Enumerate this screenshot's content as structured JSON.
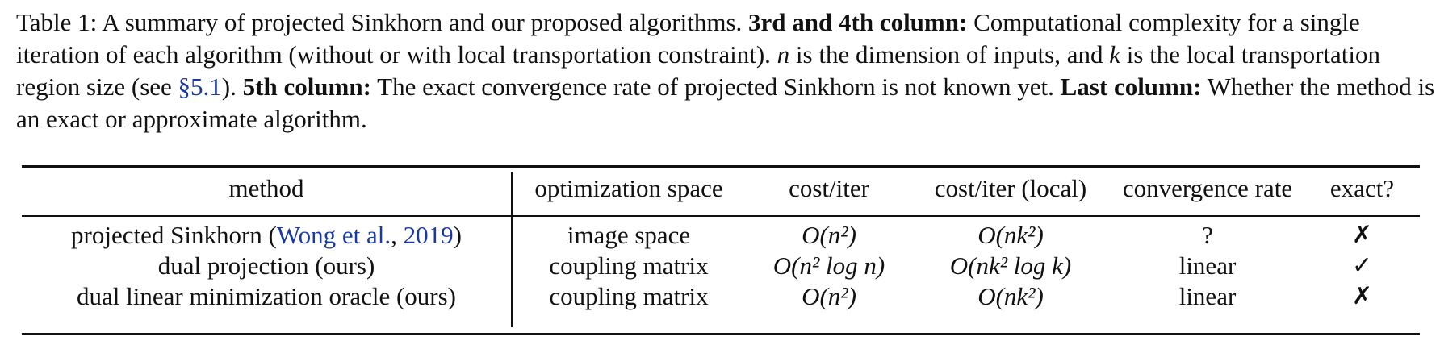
{
  "caption": {
    "label": "Table 1:",
    "p1": " A summary of projected Sinkhorn and our proposed algorithms. ",
    "b1": "3rd and 4th column:",
    "p2": " Computational complexity for a single iteration of each algorithm (without or with local transportation constraint). ",
    "v_n": "n",
    "p3": " is the dimension of inputs, and ",
    "v_k": "k",
    "p4": " is the local transportation region size (see ",
    "sect": "§5.1",
    "p5": "). ",
    "b2": "5th column:",
    "p6": " The exact convergence rate of projected Sinkhorn is not known yet. ",
    "b3": "Last column:",
    "p7": " Whether the method is an exact or approximate algorithm."
  },
  "table": {
    "headers": [
      "method",
      "optimization space",
      "cost/iter",
      "cost/iter (local)",
      "convergence rate",
      "exact?"
    ],
    "rows": [
      {
        "method": "projected Sinkhorn (",
        "cite_author": "Wong et al.",
        "cite_sep": ", ",
        "cite_year": "2019",
        "method_end": ")",
        "space": "image space",
        "cost": "O(n²)",
        "cost_local": "O(nk²)",
        "rate": "?",
        "exact": "✗"
      },
      {
        "method": "dual projection (ours)",
        "space": "coupling matrix",
        "cost": "O(n² log n)",
        "cost_local": "O(nk² log k)",
        "rate": "linear",
        "exact": "✓"
      },
      {
        "method": "dual linear minimization oracle (ours)",
        "space": "coupling matrix",
        "cost": "O(n²)",
        "cost_local": "O(nk²)",
        "rate": "linear",
        "exact": "✗"
      }
    ]
  }
}
